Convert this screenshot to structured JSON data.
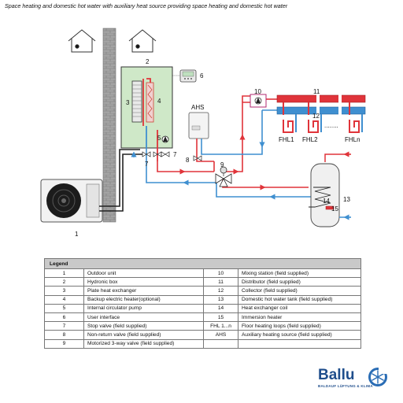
{
  "caption": "Space heating and domestic hot water with auxiliary heat source providing space heating and domestic hot water",
  "diagram_labels": {
    "n1": "1",
    "n2": "2",
    "n3": "3",
    "n4": "4",
    "n5": "5",
    "n6": "6",
    "n7a": "7",
    "n7b": "7",
    "n8": "8",
    "n9": "9",
    "n10": "10",
    "n11": "11",
    "n12": "12",
    "n13": "13",
    "n14": "14",
    "n15": "15",
    "ahs": "AHS",
    "fhl1": "FHL1",
    "fhl2": "FHL2",
    "fhln": "FHLn",
    "dots": "........"
  },
  "legend": {
    "title": "Legend",
    "rows": [
      {
        "n1": "1",
        "t1": "Outdoor unit",
        "n2": "10",
        "t2": "Mixing station (field supplied)"
      },
      {
        "n1": "2",
        "t1": "Hydronic box",
        "n2": "11",
        "t2": "Distributor (field supplied)"
      },
      {
        "n1": "3",
        "t1": "Plate heat exchanger",
        "n2": "12",
        "t2": "Collector (field supplied)"
      },
      {
        "n1": "4",
        "t1": "Backup electric heater(optional)",
        "n2": "13",
        "t2": "Domestic hot water tank (field supplied)"
      },
      {
        "n1": "5",
        "t1": "Internal circulator pump",
        "n2": "14",
        "t2": "Heat exchanger coil"
      },
      {
        "n1": "6",
        "t1": "User interface",
        "n2": "15",
        "t2": "Immersion heater"
      },
      {
        "n1": "7",
        "t1": "Stop valve (field supplied)",
        "n2": "FHL 1...n",
        "t2": "Floor heating loops (field supplied)"
      },
      {
        "n1": "8",
        "t1": "Non-return valve (field supplied)",
        "n2": "AHS",
        "t2": "Auxiliary heating source (field supplied)"
      },
      {
        "n1": "9",
        "t1": "Motorized 3-way valve (field supplied)",
        "n2": "",
        "t2": ""
      }
    ]
  },
  "logo": {
    "brand": "Ballu",
    "tagline": "BALDAUF LÜFTUNG & KLIMA"
  },
  "colors": {
    "hot_pipe": "#e0343a",
    "cold_pipe": "#3f8fd0",
    "wall": "#9a9a9a",
    "hydronic_box": "#cfe8c8",
    "brand_blue": "#1f4e8c"
  }
}
